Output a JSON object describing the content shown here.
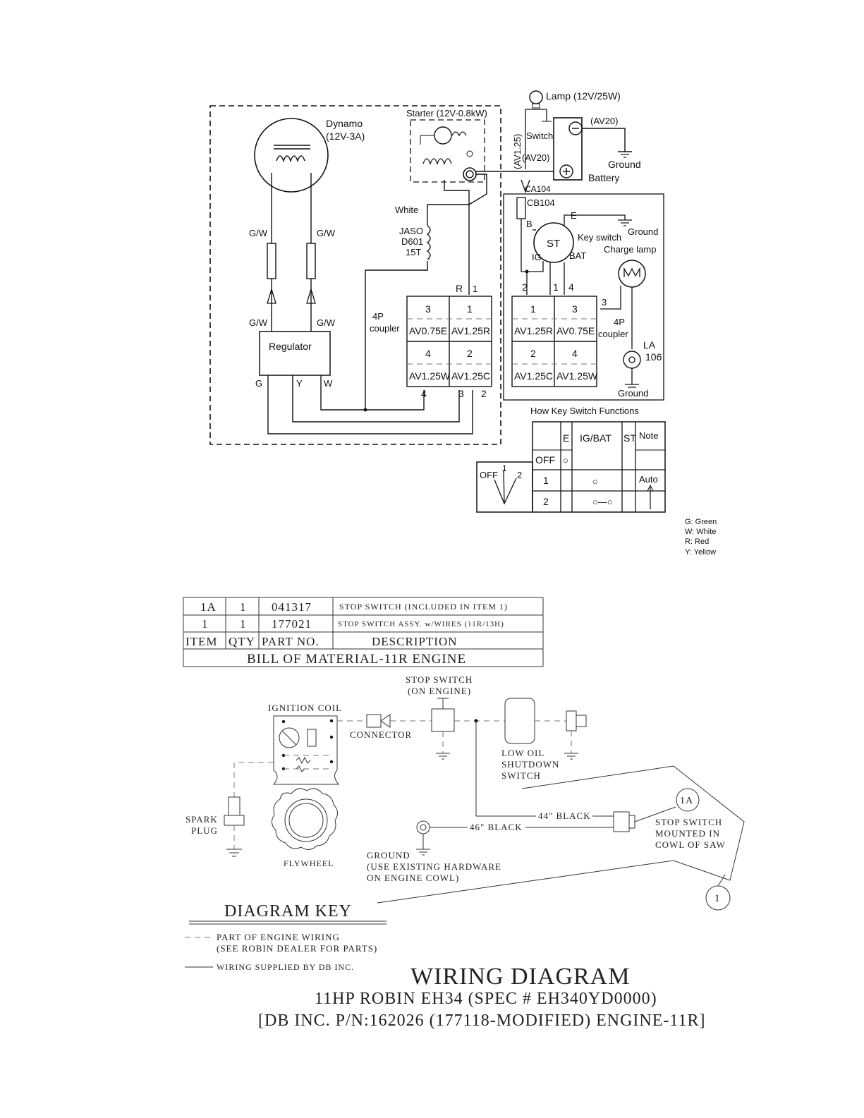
{
  "top": {
    "dynamo": [
      "Dynamo",
      "(12V-3A)"
    ],
    "starter": "Starter (12V-0.8kW)",
    "lamp": "Lamp (12V/25W)",
    "switch": "Switch",
    "av125_vertical": "(AV1.25)",
    "av20_a": "(AV20)",
    "av20_b": "(AV20)",
    "ground": "Ground",
    "battery": "Battery",
    "ca104": "CA104",
    "cb104": "CB104",
    "white": "White",
    "jaso": [
      "JASO",
      "D601",
      "15T"
    ],
    "gw": "G/W",
    "regulator": "Regulator",
    "reg_g": "G",
    "reg_y": "Y",
    "reg_w": "W",
    "r": "R",
    "coupler4p": [
      "4P",
      "coupler"
    ],
    "left_coupler": {
      "row1": [
        "3",
        "1"
      ],
      "row2": [
        "AV0.75E",
        "AV1.25R"
      ],
      "row3": [
        "4",
        "2"
      ],
      "row4": [
        "AV1.25W",
        "AV1.25C"
      ],
      "pins_bottom": [
        "4",
        "3",
        "2"
      ],
      "pin_top": "1"
    },
    "right_coupler": {
      "row1": [
        "1",
        "3"
      ],
      "row2": [
        "AV1.25R",
        "AV0.75E"
      ],
      "row3": [
        "2",
        "4"
      ],
      "row4": [
        "AV1.25C",
        "AV1.25W"
      ],
      "pins_top": [
        "2",
        "1",
        "4"
      ],
      "pin_side": "3"
    },
    "key_switch": {
      "st": "ST",
      "e": "E",
      "b": "B",
      "ig": "IG",
      "bat": "BAT",
      "label": "Key switch"
    },
    "ground2": "Ground",
    "charge_lamp": "Charge lamp",
    "la": [
      "LA",
      "106"
    ],
    "ground3": "Ground",
    "ks_title": "How Key Switch Functions",
    "ks_table": {
      "headers": [
        "E",
        "IG/BAT",
        "ST",
        "Note"
      ],
      "rows": [
        [
          "OFF",
          "○",
          "",
          "",
          ""
        ],
        [
          "1",
          "",
          "○",
          "",
          "Auto"
        ],
        [
          "2",
          "",
          "○—○",
          "",
          ""
        ]
      ]
    },
    "key_pos": [
      "OFF",
      "1",
      "2"
    ],
    "legend": [
      "G: Green",
      "W: White",
      "R: Red",
      "Y: Yellow"
    ]
  },
  "bom": {
    "rows": [
      [
        "1A",
        "1",
        "041317",
        "STOP SWITCH (INCLUDED IN ITEM 1)"
      ],
      [
        "1",
        "1",
        "177021",
        "STOP SWITCH ASSY. w/WIRES (11R/13H)"
      ]
    ],
    "header": [
      "ITEM",
      "QTY",
      "PART NO.",
      "DESCRIPTION"
    ],
    "title": "BILL OF MATERIAL-11R ENGINE"
  },
  "bottom": {
    "stop_switch": [
      "STOP SWITCH",
      "(ON ENGINE)"
    ],
    "ignition_coil": "IGNITION COIL",
    "connector": "CONNECTOR",
    "low_oil": [
      "LOW OIL",
      "SHUTDOWN",
      "SWITCH"
    ],
    "spark_plug": [
      "SPARK",
      "PLUG"
    ],
    "flywheel": "FLYWHEEL",
    "black44": "44\" BLACK",
    "black46": "46\" BLACK",
    "callout_1a": "1A",
    "callout_1": "1",
    "stop_mounted": [
      "STOP SWITCH",
      "MOUNTED IN",
      "COWL OF SAW"
    ],
    "ground": [
      "GROUND",
      "(USE EXISTING HARDWARE",
      "ON ENGINE COWL)"
    ],
    "key_title": "DIAGRAM KEY",
    "key_dashed": [
      "PART OF ENGINE WIRING",
      "(SEE ROBIN DEALER FOR PARTS)"
    ],
    "key_solid": "WIRING SUPPLIED BY DB INC.",
    "title": "WIRING DIAGRAM",
    "subtitle1": "11HP ROBIN EH34 (SPEC # EH340YD0000)",
    "subtitle2": "[DB INC. P/N:162026 (177118-MODIFIED) ENGINE-11R]"
  }
}
